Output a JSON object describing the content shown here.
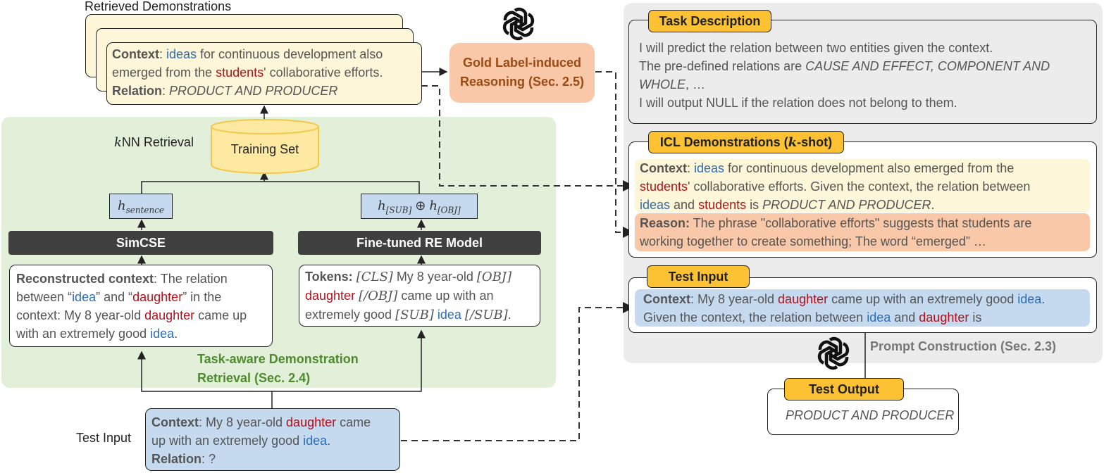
{
  "retrieved": {
    "heading": "Retrieved Demonstrations",
    "context_label": "Context",
    "context_p1_entity": "ideas",
    "context_p1_rest": " for continuous development also",
    "context_p2_pre": "emerged from the ",
    "context_p2_entity": "students",
    "context_p2_post": "' collaborative efforts.",
    "relation_label": "Relation",
    "relation_value": "PRODUCT AND PRODUCER"
  },
  "gold": {
    "line1": "Gold Label-induced",
    "line2": "Reasoning (Sec. 2.5)"
  },
  "retrieval": {
    "knn_k": "k",
    "knn_rest": "NN Retrieval",
    "training_set": "Training Set",
    "h_sentence_base": "h",
    "h_sentence_sub": "sentence",
    "h_pair_base": "h",
    "h_pair_sub1": "[SUB]",
    "h_pair_op": "⊕",
    "h_pair_sub2": "[OBJ]",
    "simcse": "SimCSE",
    "re_model": "Fine-tuned RE Model",
    "reconstructed": {
      "label": "Reconstructed context",
      "t1": ": The relation",
      "t2": "between “",
      "e1": "idea",
      "t3": "” and “",
      "e2": "daughter",
      "t4": "” in the",
      "t5": "context: My 8 year-old ",
      "e3": "daughter",
      "t6": " came up",
      "t7": "with an extremely good ",
      "e4": "idea",
      "t8": "."
    },
    "tokens": {
      "label": "Tokens:",
      "cls": "[CLS]",
      "t1": " My 8 year-old ",
      "obj": "[OBJ]",
      "e1": "daughter",
      "obj_end": "[/OBJ]",
      "t2": " came up with an",
      "t3": "extremely good ",
      "sub": "[SUB]",
      "e2": "idea",
      "sub_end": "[/SUB]",
      "t4": "."
    },
    "caption1": "Task-aware Demonstration",
    "caption2": "Retrieval (Sec. 2.4)"
  },
  "test_input_left": {
    "side_label": "Test Input",
    "context_label": "Context",
    "t1": ": My 8 year-old ",
    "e1": "daughter",
    "t2": " came",
    "t3": "up with an extremely good ",
    "e2": "idea",
    "t4": ".",
    "relation_label": "Relation",
    "relation_value": ": ?"
  },
  "prompt": {
    "task_description_tag": "Task Description",
    "td_line1": "I will predict the relation between two entities given the context.",
    "td_line2_pre": "The pre-defined relations are ",
    "td_line2_it": "CAUSE AND EFFECT, COMPONENT AND",
    "td_line3_it": "WHOLE",
    "td_line3_rest": ", …",
    "td_line4": "I will output NULL if the relation does not belong to them.",
    "icl_tag_pre": "ICL Demonstrations (",
    "icl_tag_k": "k",
    "icl_tag_post": "-shot)",
    "icl": {
      "context_label": "Context",
      "t1": ": ",
      "e1": "ideas",
      "t2": " for continuous development also emerged from the",
      "e2": "students",
      "t3": "' collaborative efforts. Given the context, the relation between",
      "e3": "ideas",
      "t4": " and ",
      "e4": "students",
      "t5": " is ",
      "rel": "PRODUCT AND PRODUCER",
      "t6": "."
    },
    "reason_label": "Reason:",
    "reason_l1": " The phrase \"collaborative efforts\" suggests that students are",
    "reason_l2": "working together to create something; The word “emerged” …",
    "test_input_tag": "Test Input",
    "test": {
      "context_label": "Context",
      "t1": ": My 8 year-old ",
      "e1": "daughter",
      "t2": " came up with an extremely good ",
      "e2": "idea",
      "t3": ".",
      "t4": "Given the context, the relation between ",
      "e3": "idea",
      "t5": " and ",
      "e4": "daughter",
      "t6": " is"
    },
    "construction_caption": "Prompt Construction (Sec. 2.3)",
    "test_output_tag": "Test Output",
    "test_output_value": "PRODUCT AND PRODUCER"
  },
  "colors": {
    "entity_blue": "#2e6db4",
    "entity_red": "#b0121b",
    "tag_yellow": "#fcc233",
    "gold_orange": "#f8c8a8",
    "green_caption": "#4e8a2e"
  },
  "icons": {
    "llm": "openai-logo-icon"
  }
}
